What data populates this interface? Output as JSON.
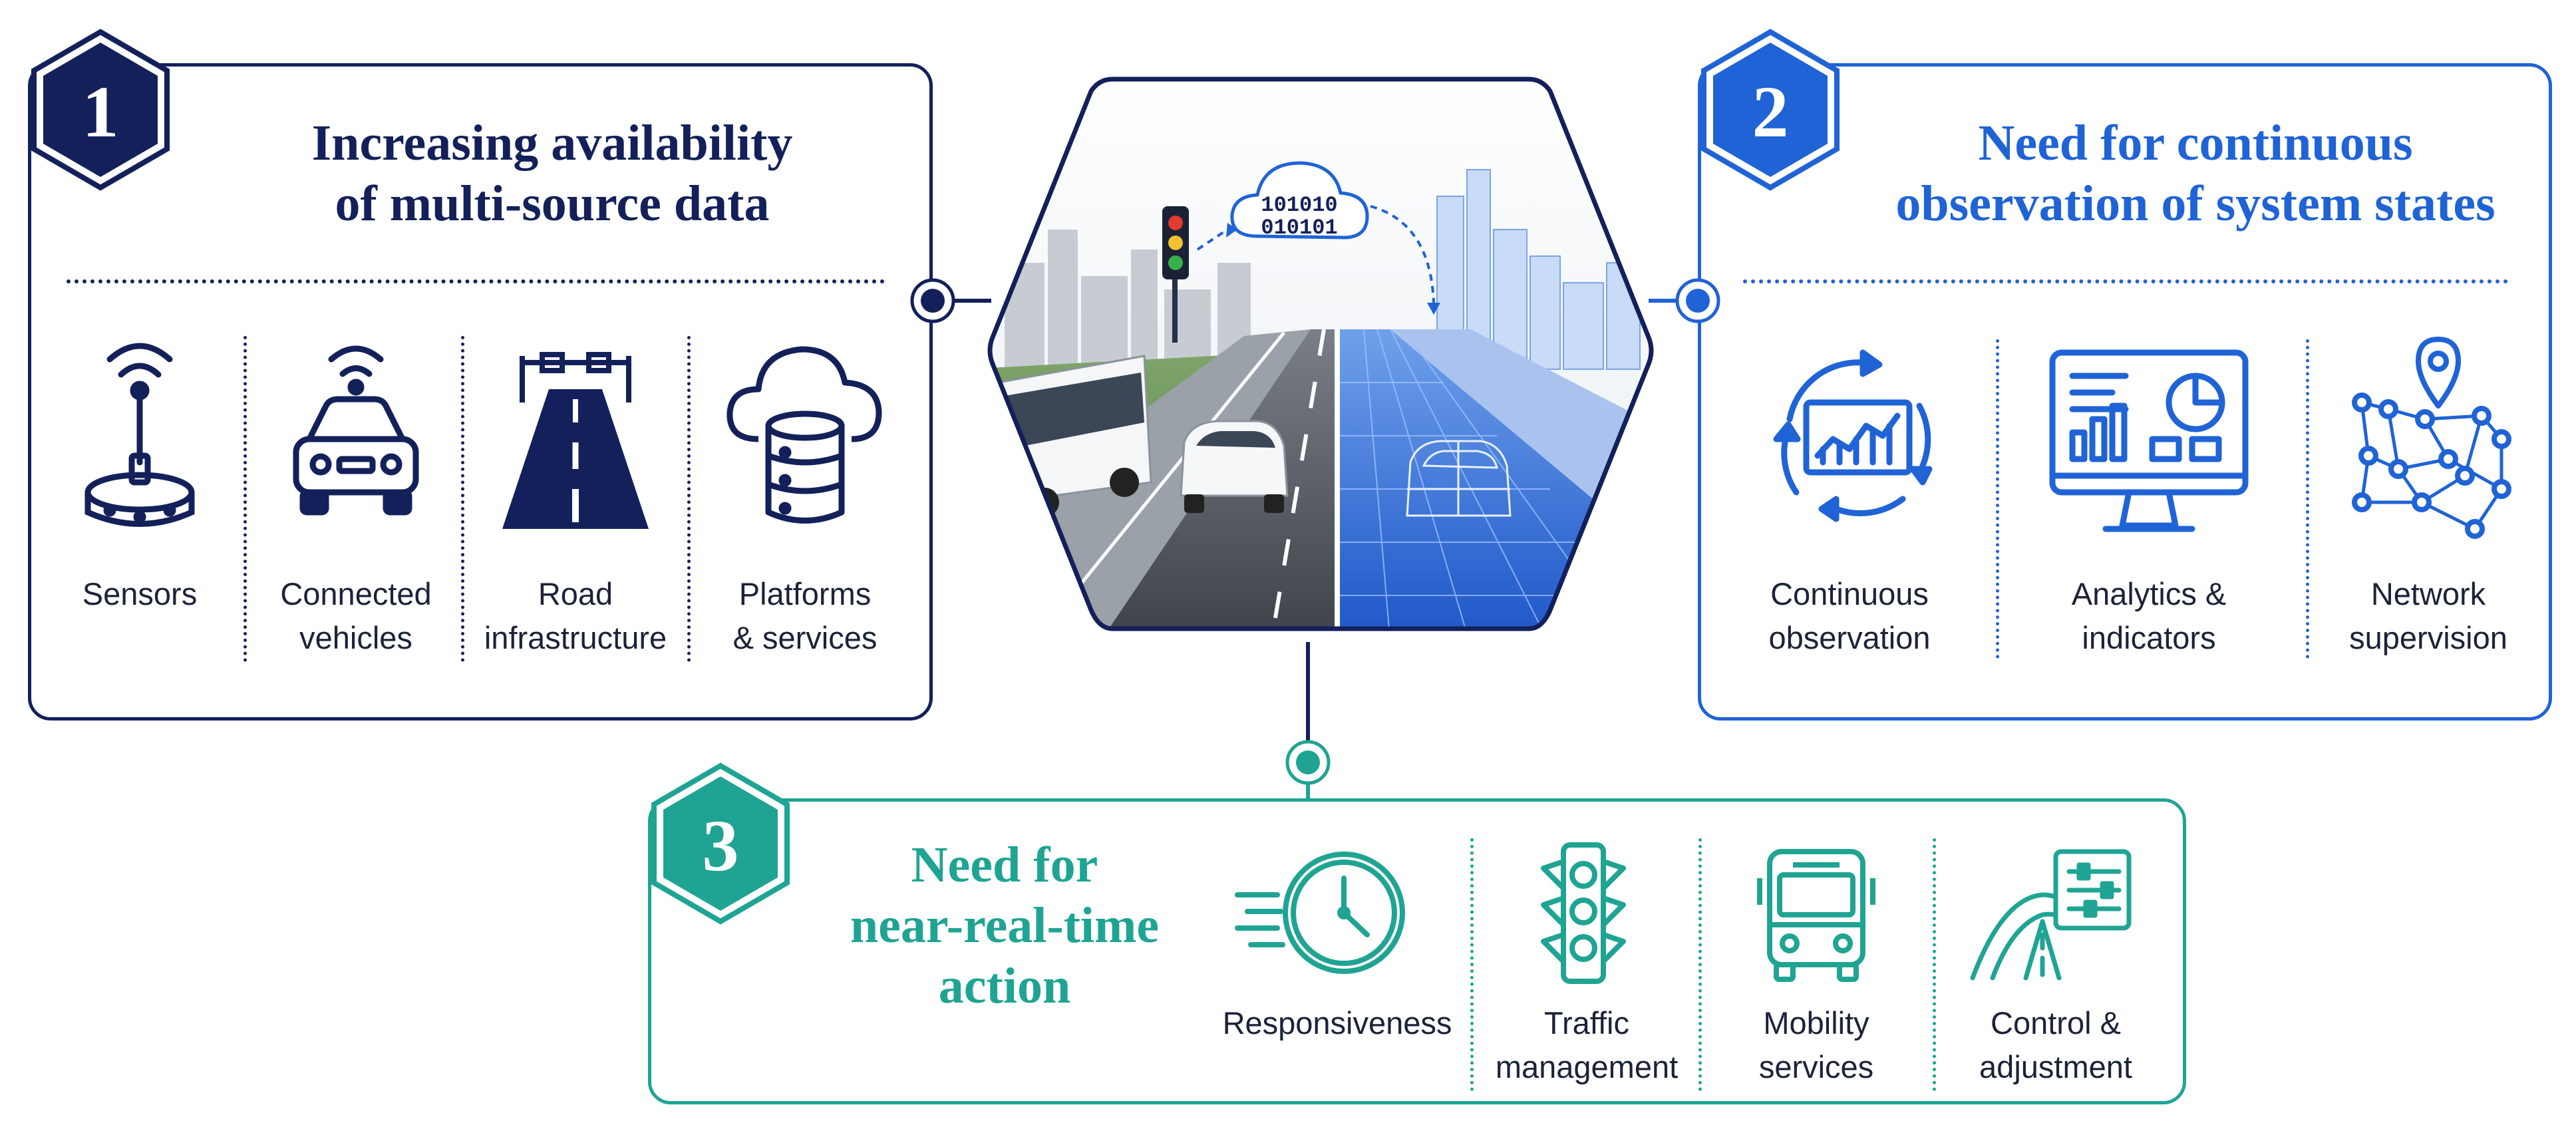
{
  "colors": {
    "navy": "#13205a",
    "blue": "#1f63d6",
    "teal": "#1fa493"
  },
  "center": {
    "cloud_line1": "101010",
    "cloud_line2": "010101"
  },
  "panel1": {
    "number": "1",
    "title_line1": "Increasing availability",
    "title_line2": "of multi-source data",
    "items": [
      {
        "icon": "sensor-icon",
        "line1": "Sensors",
        "line2": ""
      },
      {
        "icon": "connected-car-icon",
        "line1": "Connected",
        "line2": "vehicles"
      },
      {
        "icon": "road-icon",
        "line1": "Road",
        "line2": "infrastructure"
      },
      {
        "icon": "cloud-database-icon",
        "line1": "Platforms",
        "line2": "& services"
      }
    ]
  },
  "panel2": {
    "number": "2",
    "title_line1": "Need for continuous",
    "title_line2": "observation of system states",
    "items": [
      {
        "icon": "cycle-chart-icon",
        "line1": "Continuous",
        "line2": "observation"
      },
      {
        "icon": "dashboard-monitor-icon",
        "line1": "Analytics &",
        "line2": "indicators"
      },
      {
        "icon": "network-map-icon",
        "line1": "Network",
        "line2": "supervision"
      }
    ]
  },
  "panel3": {
    "number": "3",
    "title_line1": "Need for",
    "title_line2": "near-real-time",
    "title_line3": "action",
    "items": [
      {
        "icon": "clock-icon",
        "line1": "Responsiveness",
        "line2": ""
      },
      {
        "icon": "traffic-light-icon",
        "line1": "Traffic",
        "line2": "management"
      },
      {
        "icon": "bus-icon",
        "line1": "Mobility",
        "line2": "services"
      },
      {
        "icon": "control-sliders-icon",
        "line1": "Control &",
        "line2": "adjustment"
      }
    ]
  }
}
